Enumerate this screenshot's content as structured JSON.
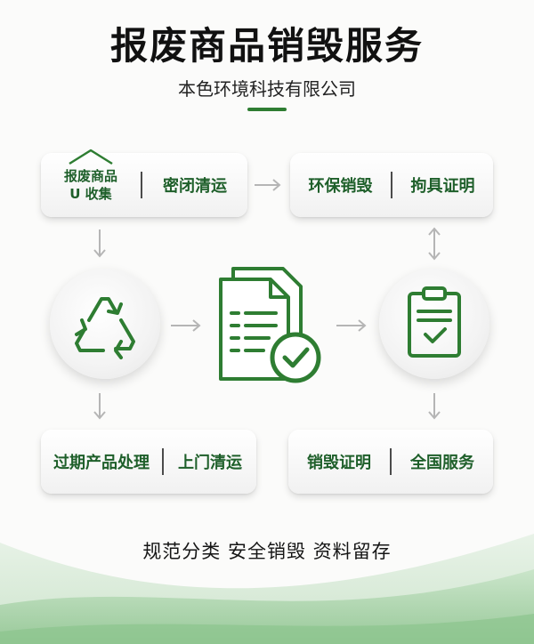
{
  "header": {
    "title": "报废商品销毁服务",
    "subtitle": "本色环境科技有限公司"
  },
  "steps": {
    "collect": {
      "line1": "报废商品",
      "line2": "U 收集",
      "right": "密闭清运"
    },
    "destroy": {
      "left": "环保销毁",
      "right": "拘具证明"
    },
    "expired": {
      "left": "过期产品处理",
      "right": "上门清运"
    },
    "certificate": {
      "left": "销毁证明",
      "right": "全国服务"
    }
  },
  "footer": {
    "tagline": "规范分类 安全销毁 资料留存"
  },
  "colors": {
    "accent": "#2e7d32",
    "text_green": "#1e5f2a",
    "arrow": "#b5b5b5"
  },
  "icons": [
    "recycle-icon",
    "document-check-icon",
    "clipboard-check-icon",
    "house-roof-icon"
  ]
}
